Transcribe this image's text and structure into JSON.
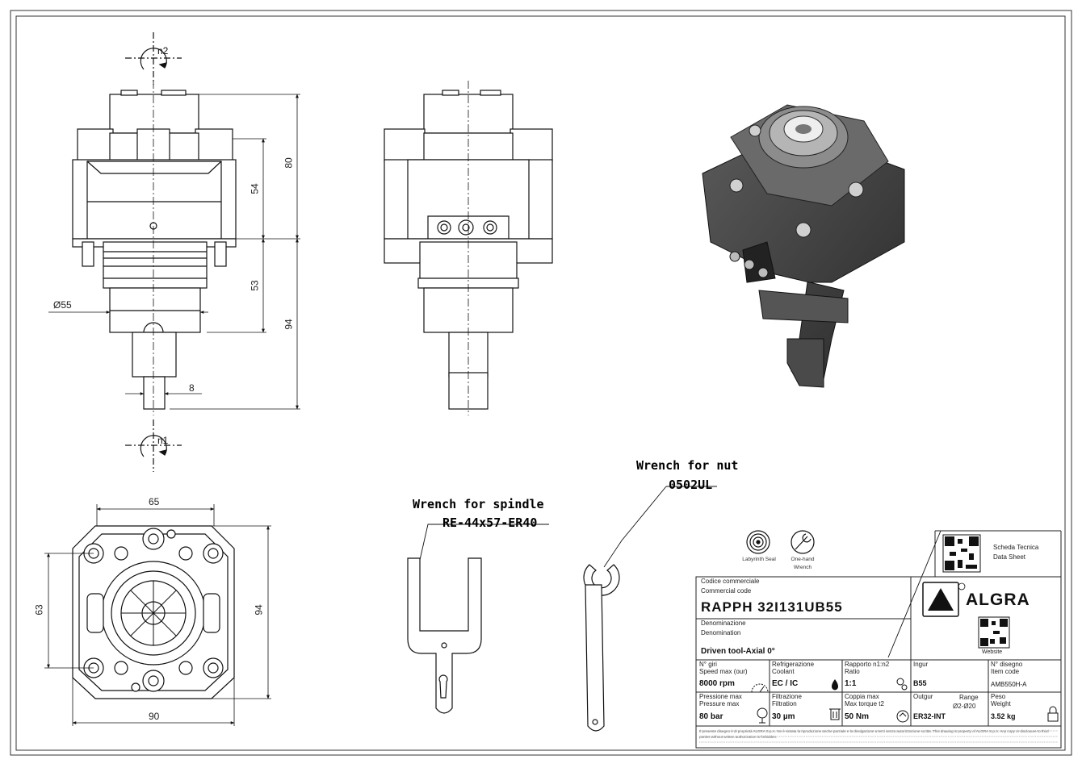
{
  "views": {
    "rotation_top": "n2",
    "rotation_bottom": "n1"
  },
  "dimensions": {
    "front_80": "80",
    "front_54": "54",
    "front_53": "53",
    "front_94": "94",
    "front_dia": "Ø55",
    "front_8": "8",
    "bottom_65": "65",
    "bottom_63": "63",
    "bottom_94": "94",
    "bottom_90": "90"
  },
  "callouts": {
    "spindle_wrench_title": "Wrench for spindle",
    "spindle_wrench_code": "RE-44x57-ER40",
    "nut_wrench_title": "Wrench for nut",
    "nut_wrench_code": "0502UL"
  },
  "icons": {
    "labyrinth_seal": "Labyrinth Seal",
    "one_hand_wrench_l1": "One-hand",
    "one_hand_wrench_l2": "Wrench"
  },
  "title_block": {
    "datasheet_l1": "Scheda Tecnica",
    "datasheet_l2": "Data Sheet",
    "website": "Website",
    "brand": "ALGRA",
    "commercial_code_l1": "Codice commerciale",
    "commercial_code_l2": "Commercial code",
    "commercial_code": "RAPPH 32I131UB55",
    "denomination_l1": "Denominazione",
    "denomination_l2": "Denomination",
    "denomination": "Driven tool-Axial 0°",
    "row1": [
      {
        "l1": "N° giri",
        "l2": "Speed max (our)",
        "value": "8000 rpm"
      },
      {
        "l1": "Refrigerazione",
        "l2": "Coolant",
        "value": "EC / IC"
      },
      {
        "l1": "Rapporto n1:n2",
        "l2": "Ratio",
        "value": "1:1"
      },
      {
        "l1": "Ingur",
        "l2": "",
        "value": "B55"
      },
      {
        "l1": "N° disegno",
        "l2": "Item code",
        "value": "AMB550H-A"
      }
    ],
    "row2": [
      {
        "l1": "Pressione max",
        "l2": "Pressure max",
        "value": "80 bar"
      },
      {
        "l1": "Filtrazione",
        "l2": "Filtration",
        "value": "30 µm"
      },
      {
        "l1": "Coppia max",
        "l2": "Max torque t2",
        "value": "50 Nm"
      },
      {
        "l1": "Outgur",
        "l2": "",
        "value": "ER32-INT"
      },
      {
        "l1": "Peso",
        "l2": "Weight",
        "value": "3.52 kg"
      }
    ],
    "range_label": "Range",
    "range_value": "Ø2-Ø20",
    "fine_print": "Il presente disegno è di proprietà ALGRA S.p.A. Ne è vietata la riproduzione anche parziale e la divulgazione a terzi senza autorizzazione scritta. This drawing is property of ALGRA S.p.A. Any copy or disclosure to third parties without written authorization is forbidden."
  }
}
